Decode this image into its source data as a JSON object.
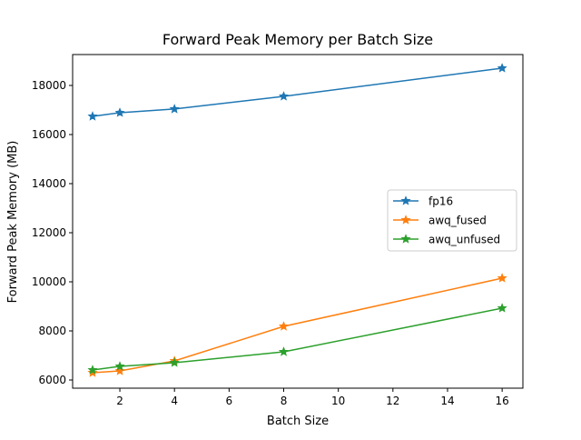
{
  "chart_data": {
    "type": "line",
    "title": "Forward Peak Memory per Batch Size",
    "xlabel": "Batch Size",
    "ylabel": "Forward Peak Memory (MB)",
    "xlim": [
      0.27,
      16.76
    ],
    "ylim": [
      5667,
      19259
    ],
    "xticks": [
      2,
      4,
      6,
      8,
      10,
      12,
      14,
      16
    ],
    "yticks": [
      6000,
      8000,
      10000,
      12000,
      14000,
      16000,
      18000
    ],
    "grid": false,
    "legend_position": "center-right",
    "marker": "star",
    "series": [
      {
        "name": "fp16",
        "color": "#1f77b4",
        "x": [
          1,
          2,
          4,
          8,
          16
        ],
        "values": [
          16740,
          16890,
          17040,
          17556,
          18704
        ]
      },
      {
        "name": "awq_fused",
        "color": "#ff7f0e",
        "x": [
          1,
          2,
          4,
          8,
          16
        ],
        "values": [
          6296,
          6370,
          6778,
          8185,
          10148
        ]
      },
      {
        "name": "awq_unfused",
        "color": "#2ca02c",
        "x": [
          1,
          2,
          4,
          8,
          16
        ],
        "values": [
          6407,
          6556,
          6704,
          7148,
          8926
        ]
      }
    ]
  }
}
